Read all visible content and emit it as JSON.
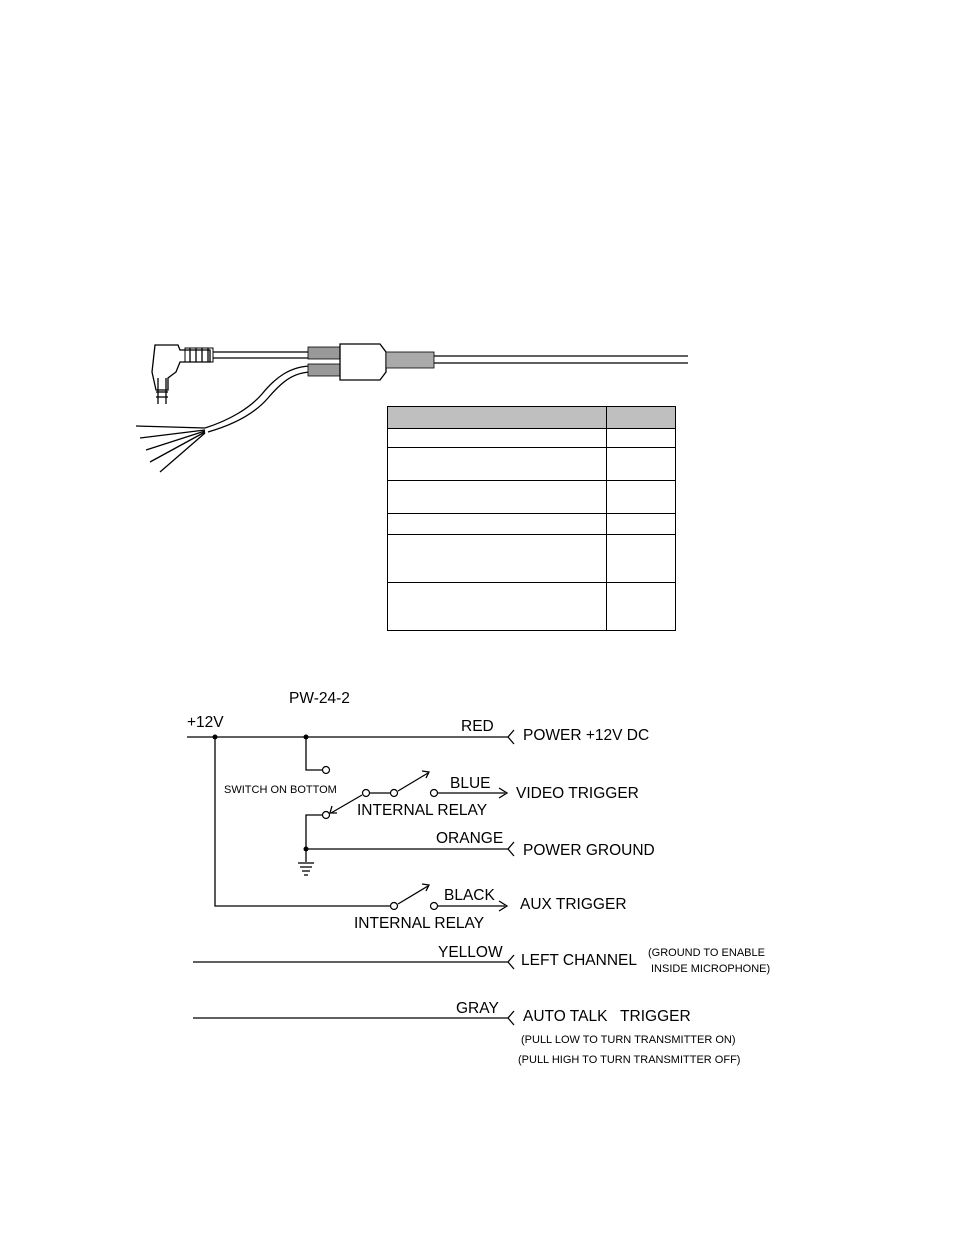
{
  "model": "PW-24-2",
  "supply_label": "+12V",
  "switch_label": "SWITCH ON BOTTOM",
  "wires": [
    {
      "color": "RED",
      "function": "POWER +12V DC"
    },
    {
      "color": "BLUE",
      "function": "VIDEO TRIGGER",
      "relay": "INTERNAL RELAY"
    },
    {
      "color": "ORANGE",
      "function": "POWER GROUND"
    },
    {
      "color": "BLACK",
      "function": "AUX TRIGGER",
      "relay": "INTERNAL RELAY"
    },
    {
      "color": "YELLOW",
      "function": "LEFT CHANNEL",
      "notes": [
        "(GROUND TO ENABLE",
        "INSIDE MICROPHONE)"
      ]
    },
    {
      "color": "GRAY",
      "function": "AUTO TALK   TRIGGER",
      "notes": [
        "(PULL LOW TO TURN TRANSMITTER ON)",
        "(PULL HIGH TO TURN TRANSMITTER OFF)"
      ]
    }
  ],
  "table": {
    "rows": 6
  }
}
